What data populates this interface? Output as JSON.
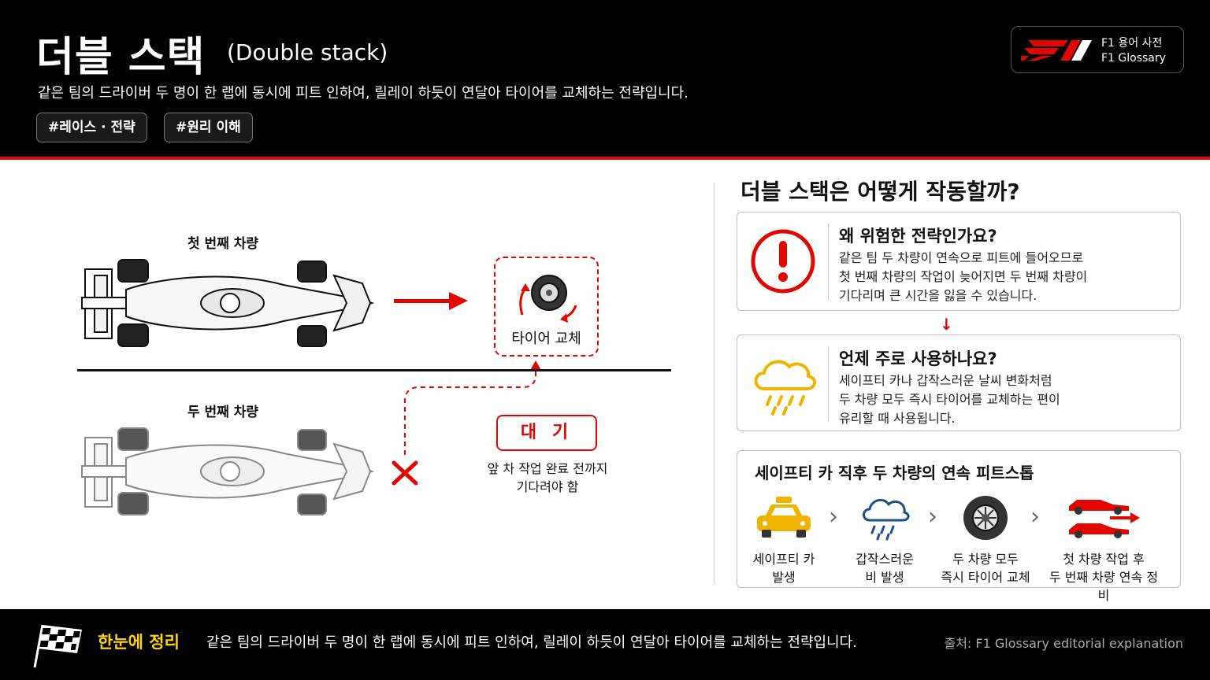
{
  "header": {
    "title": "더블 스택",
    "title_en": "(Double stack)",
    "subtitle": "같은 팀의 드라이버 두 명이 한 랩에 동시에 피트 인하여, 릴레이 하듯이 연달아 타이어를 교체하는 전략입니다.",
    "tags": [
      "#레이스 · 전략",
      "#원리 이해"
    ],
    "logo": {
      "line1": "F1 용어 사전",
      "line2": "F1 Glossary"
    }
  },
  "diagram": {
    "car1_label": "첫 번째 차량",
    "car2_label": "두 번째 차량",
    "tire_change_label": "타이어 교체",
    "wait_label": "대 기",
    "wait_note_line1": "앞 차 작업 완료 전까지",
    "wait_note_line2": "기다려야 함"
  },
  "panel": {
    "title": "더블 스택은 어떻게 작동할까?",
    "risk": {
      "icon": "alert-circle-icon",
      "title": "왜 위험한 전략인가요?",
      "lines": [
        "같은 팀 두 차량이 연속으로 피트에 들어오므로",
        "첫 번째 차량의 작업이 늦어지면 두 번째 차량이",
        "기다리며 큰 시간을 잃을 수 있습니다."
      ]
    },
    "usage": {
      "icon": "rain-cloud-icon",
      "title": "언제 주로 사용하나요?",
      "lines": [
        "세이프티 카나 갑작스러운 날씨 변화처럼",
        "두 차량 모두 즉시 타이어를 교체하는 편이",
        "유리할 때 사용됩니다."
      ]
    },
    "steps_title": "세이프티 카 직후 두 차량의 연속 피트스톱",
    "steps": [
      {
        "icon": "safety-car-icon",
        "line1": "세이프티 카",
        "line2": "발생"
      },
      {
        "icon": "rain-cloud-icon",
        "line1": "갑작스러운",
        "line2": "비 발생"
      },
      {
        "icon": "tire-icon",
        "line1": "두 차량 모두",
        "line2": "즉시 타이어 교체"
      },
      {
        "icon": "two-cars-icon",
        "line1": "첫 차량 작업 후",
        "line2": "두 번째 차량 연속 정비"
      }
    ]
  },
  "footer": {
    "summary_label": "한눈에 정리",
    "summary_text": "같은 팀의 드라이버 두 명이 한 랩에 동시에 피트 인하여, 릴레이 하듯이 연달아 타이어를 교체하는 전략입니다.",
    "source": "출처: F1 Glossary editorial explanation"
  },
  "colors": {
    "accent": "#e10600",
    "header_bg": "#000000",
    "summary_yellow": "#ffd400",
    "weather_yellow": "#f0b400",
    "cloud_blue": "#1f4e8c"
  }
}
